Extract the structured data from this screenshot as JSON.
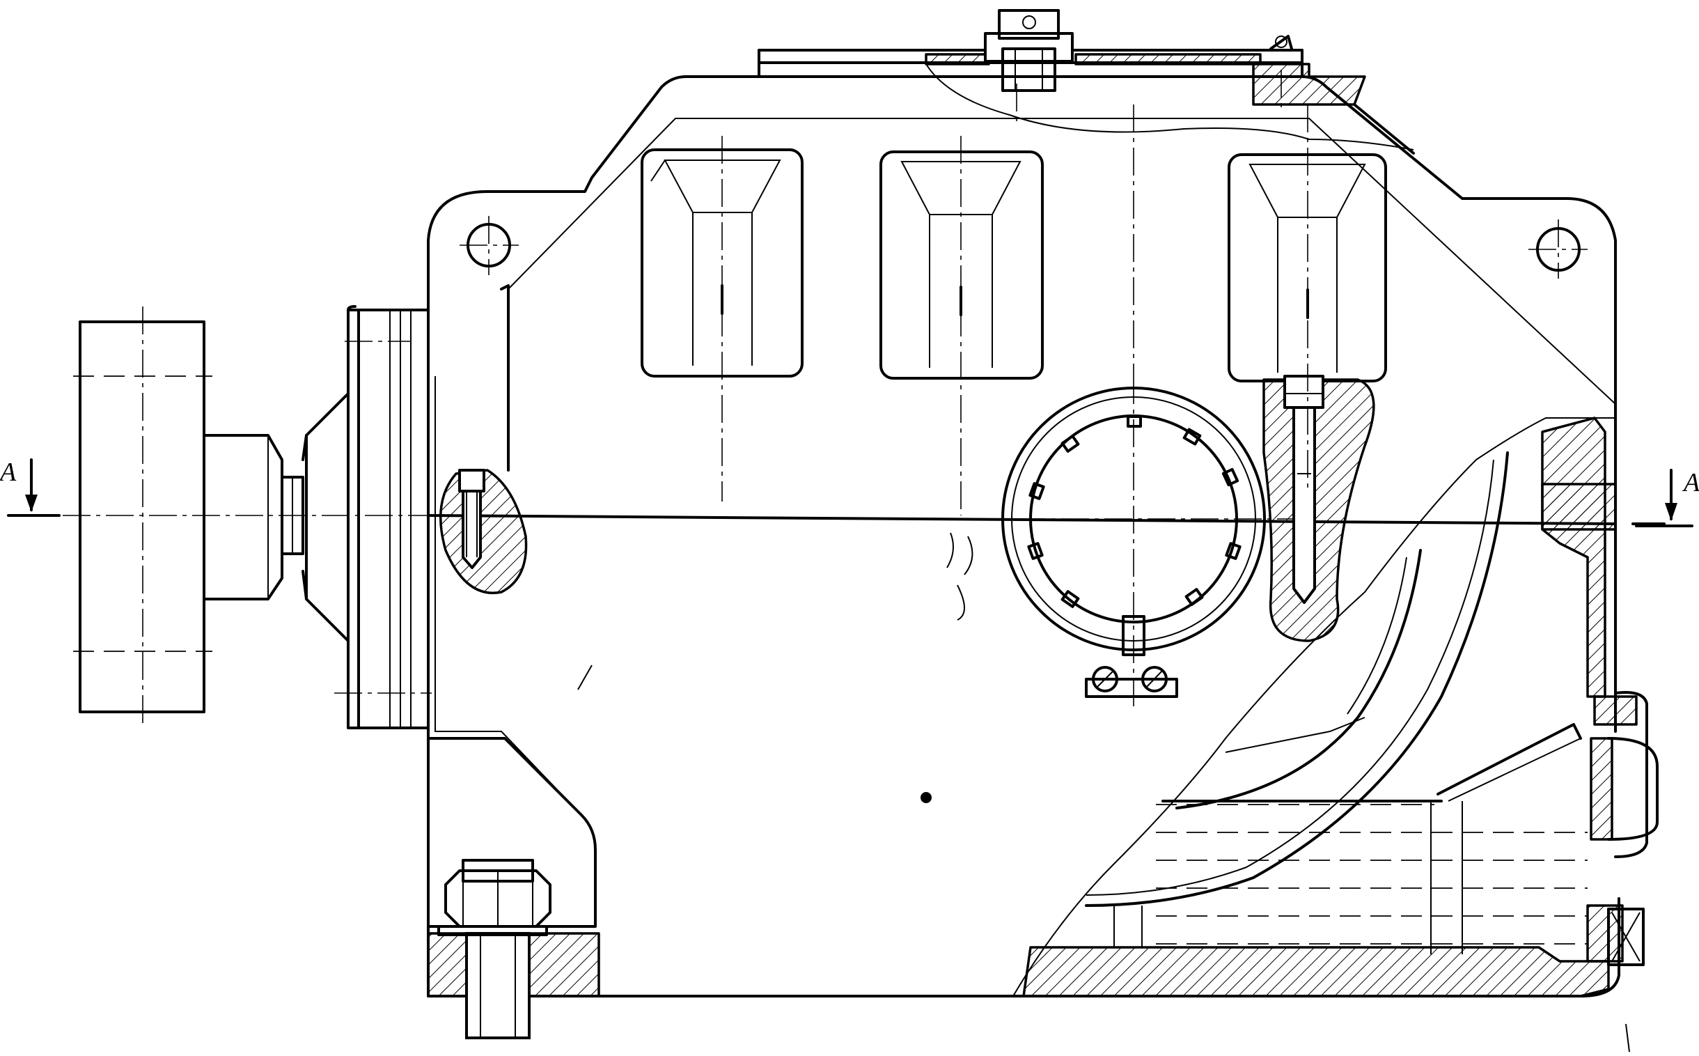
{
  "drawing": {
    "section_markers": [
      {
        "side": "left",
        "label": "A"
      },
      {
        "side": "right",
        "label": "A"
      }
    ],
    "colors": {
      "line": "#000000",
      "background": "#ffffff"
    }
  }
}
